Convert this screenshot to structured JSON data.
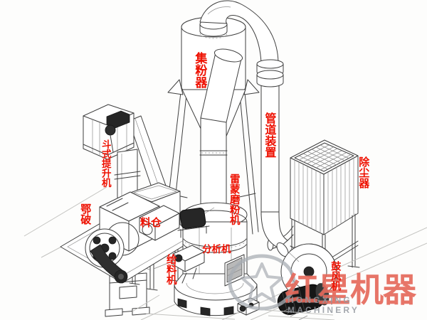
{
  "diagram": {
    "type": "equipment-line-diagram",
    "system": "Raymond mill grinding plant",
    "label_color": "#ee1000",
    "line_color": "#3f3f3f",
    "labels": {
      "collector": "集粉器",
      "pipe_assembly": "管道装置",
      "dust_collector": "除尘器",
      "bucket_elevator": "斗式提升机",
      "jaw_crusher": "鄂破",
      "hopper": "料仓",
      "raymond_mill": "雷蒙磨粉机",
      "analyzer": "分析机",
      "feeder": "给料机",
      "blower": "鼓风机"
    }
  },
  "watermark": {
    "cn": "红星机器",
    "en": "HONGXING MACHINERY",
    "cn_color": "#e04e3e",
    "en_color": "#94999f"
  }
}
